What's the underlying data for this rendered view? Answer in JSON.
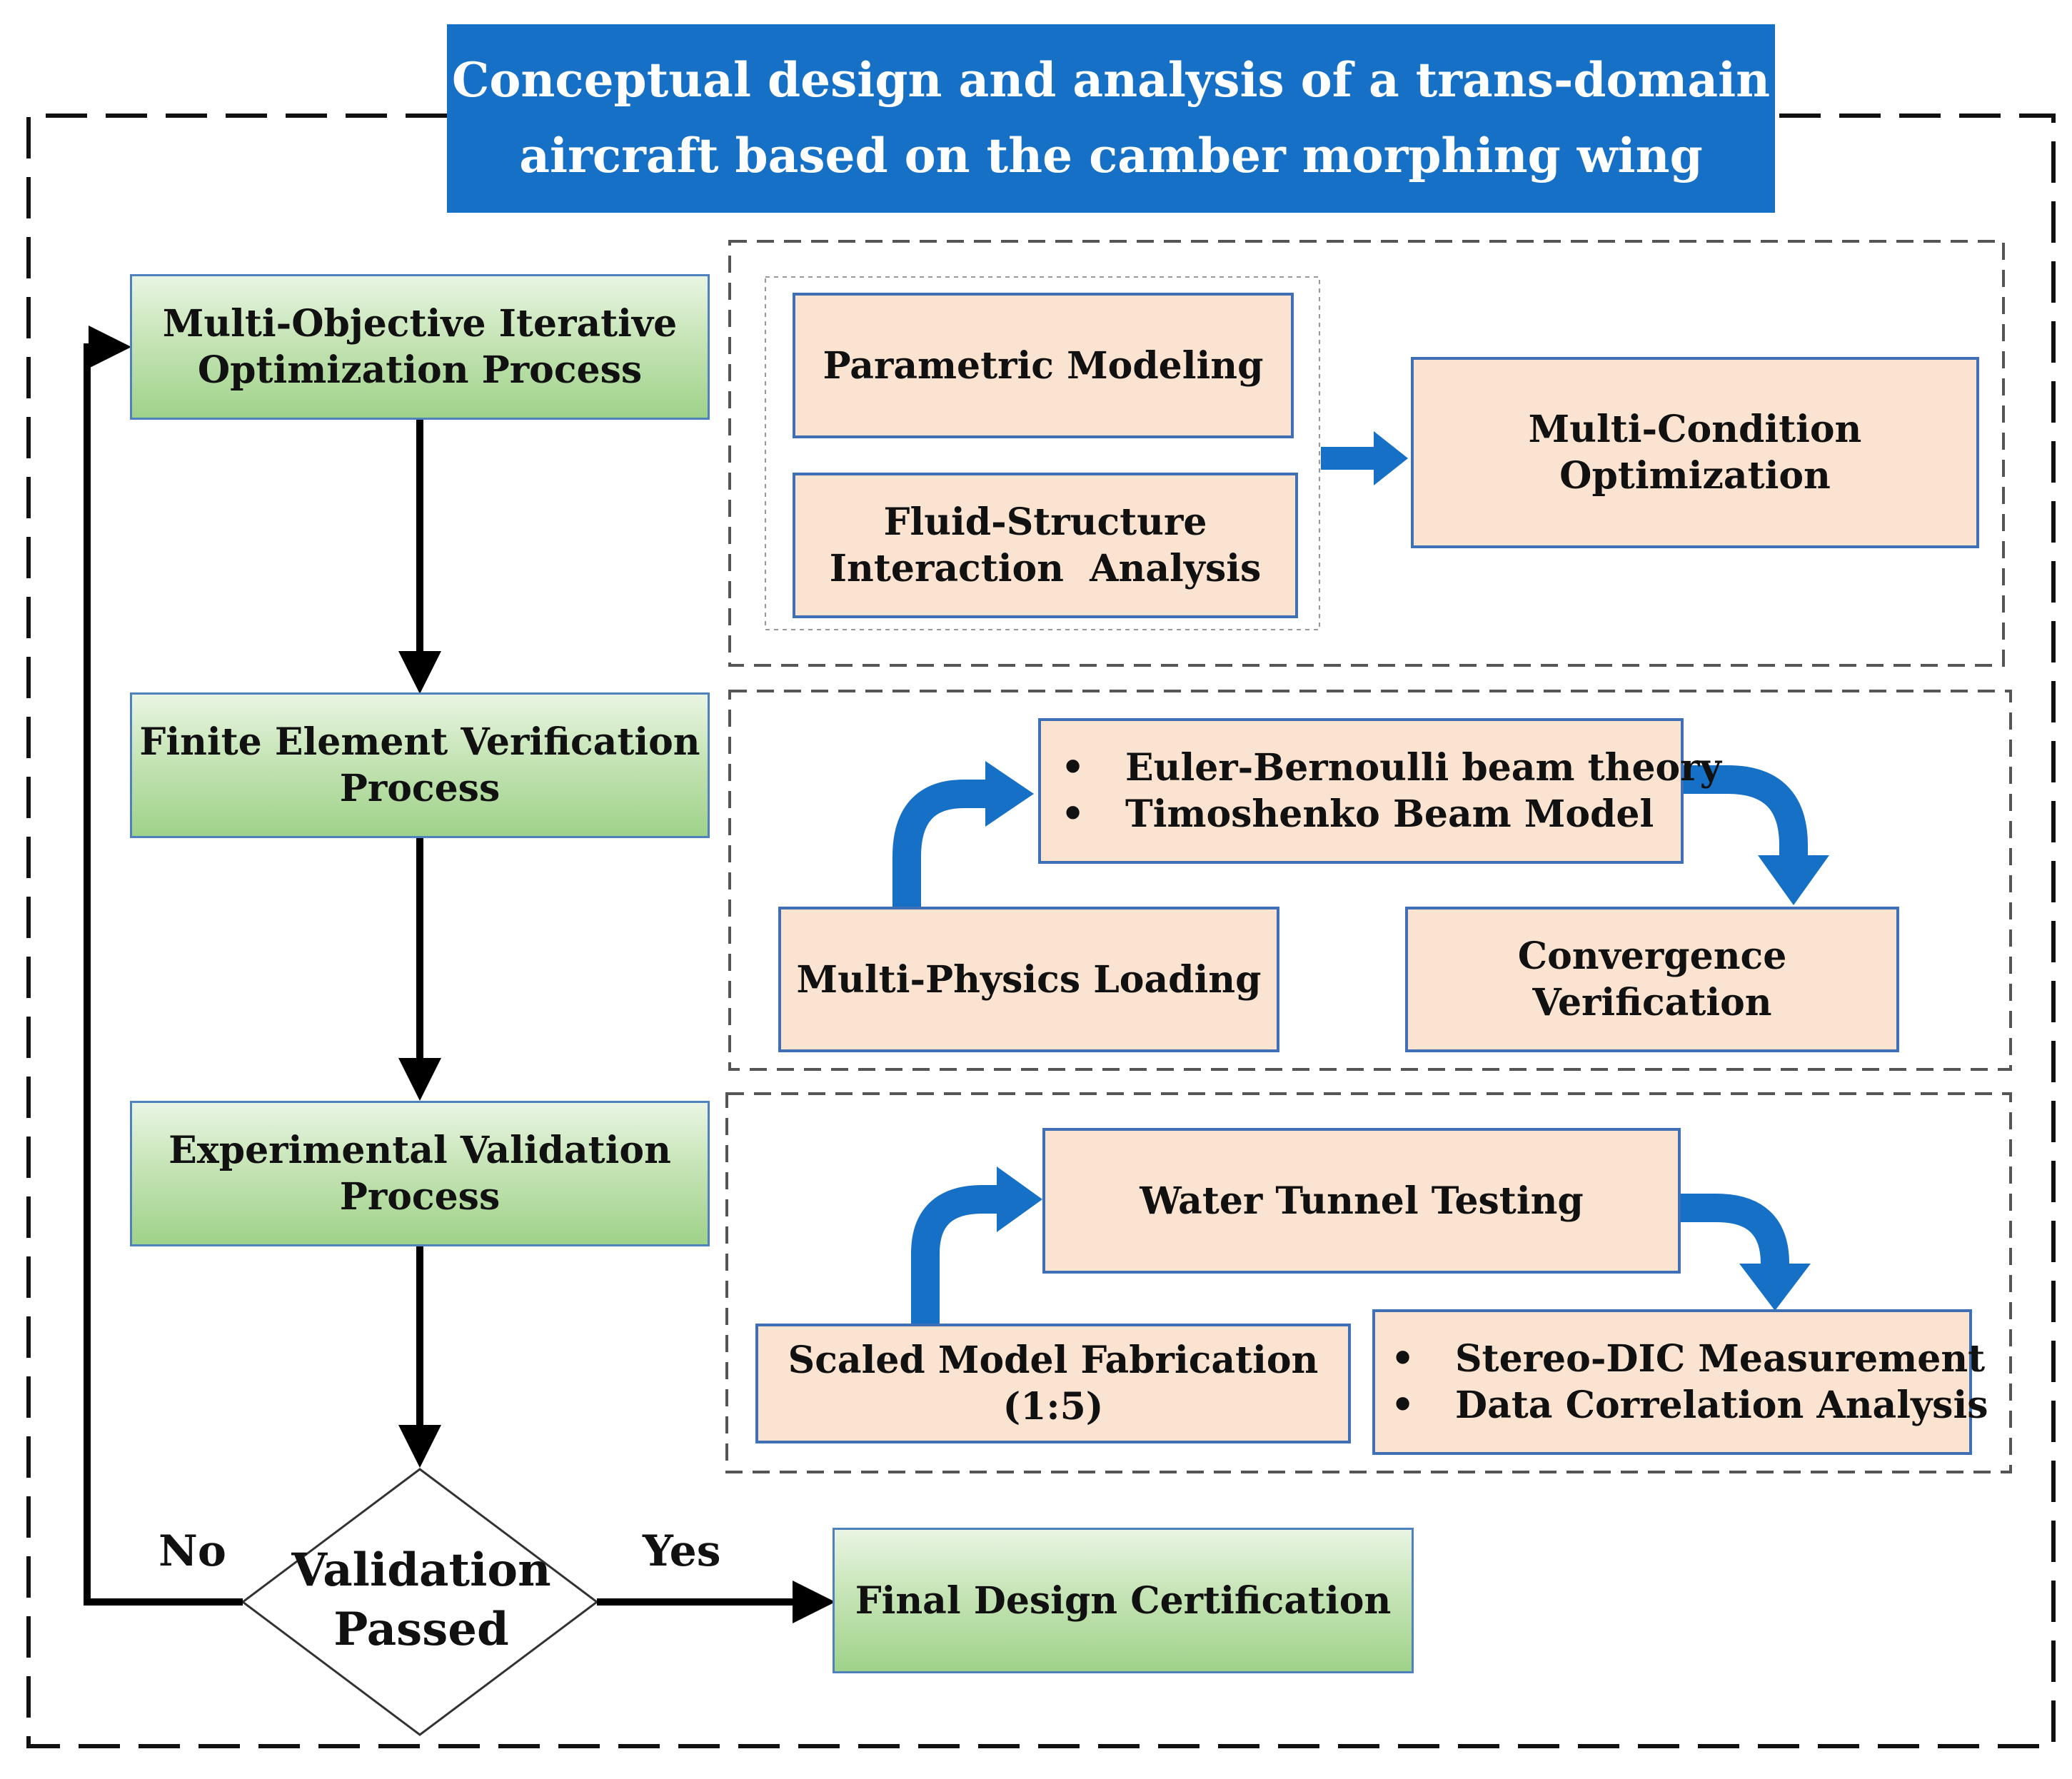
{
  "title": {
    "line1": "Conceptual design and analysis of a trans-domain",
    "line2": "aircraft based on the camber morphing wing"
  },
  "process": {
    "multi_objective": {
      "line1": "Multi-Objective Iterative",
      "line2": "Optimization Process"
    },
    "finite_element": {
      "line1": "Finite Element Verification",
      "line2": "Process"
    },
    "experimental": {
      "line1": "Experimental Validation",
      "line2": "Process"
    },
    "final": "Final Design Certification"
  },
  "decision": {
    "line1": "Validation",
    "line2": "Passed",
    "no": "No",
    "yes": "Yes"
  },
  "optimization": {
    "parametric": "Parametric Modeling",
    "fsi": {
      "line1": "Fluid-Structure",
      "line2": "Interaction  Analysis"
    },
    "multi_condition": {
      "line1": "Multi-Condition",
      "line2": "Optimization"
    }
  },
  "fe_verification": {
    "bullet_char": "•",
    "beam_theories": [
      "Euler-Bernoulli beam theory",
      "Timoshenko Beam Model"
    ],
    "loading": "Multi-Physics Loading",
    "convergence": "Convergence Verification"
  },
  "experiment": {
    "water_tunnel": "Water Tunnel Testing",
    "scaled_model": "Scaled Model Fabrication (1:5)",
    "measurements": [
      "Stereo-DIC Measurement",
      "Data Correlation Analysis"
    ]
  }
}
